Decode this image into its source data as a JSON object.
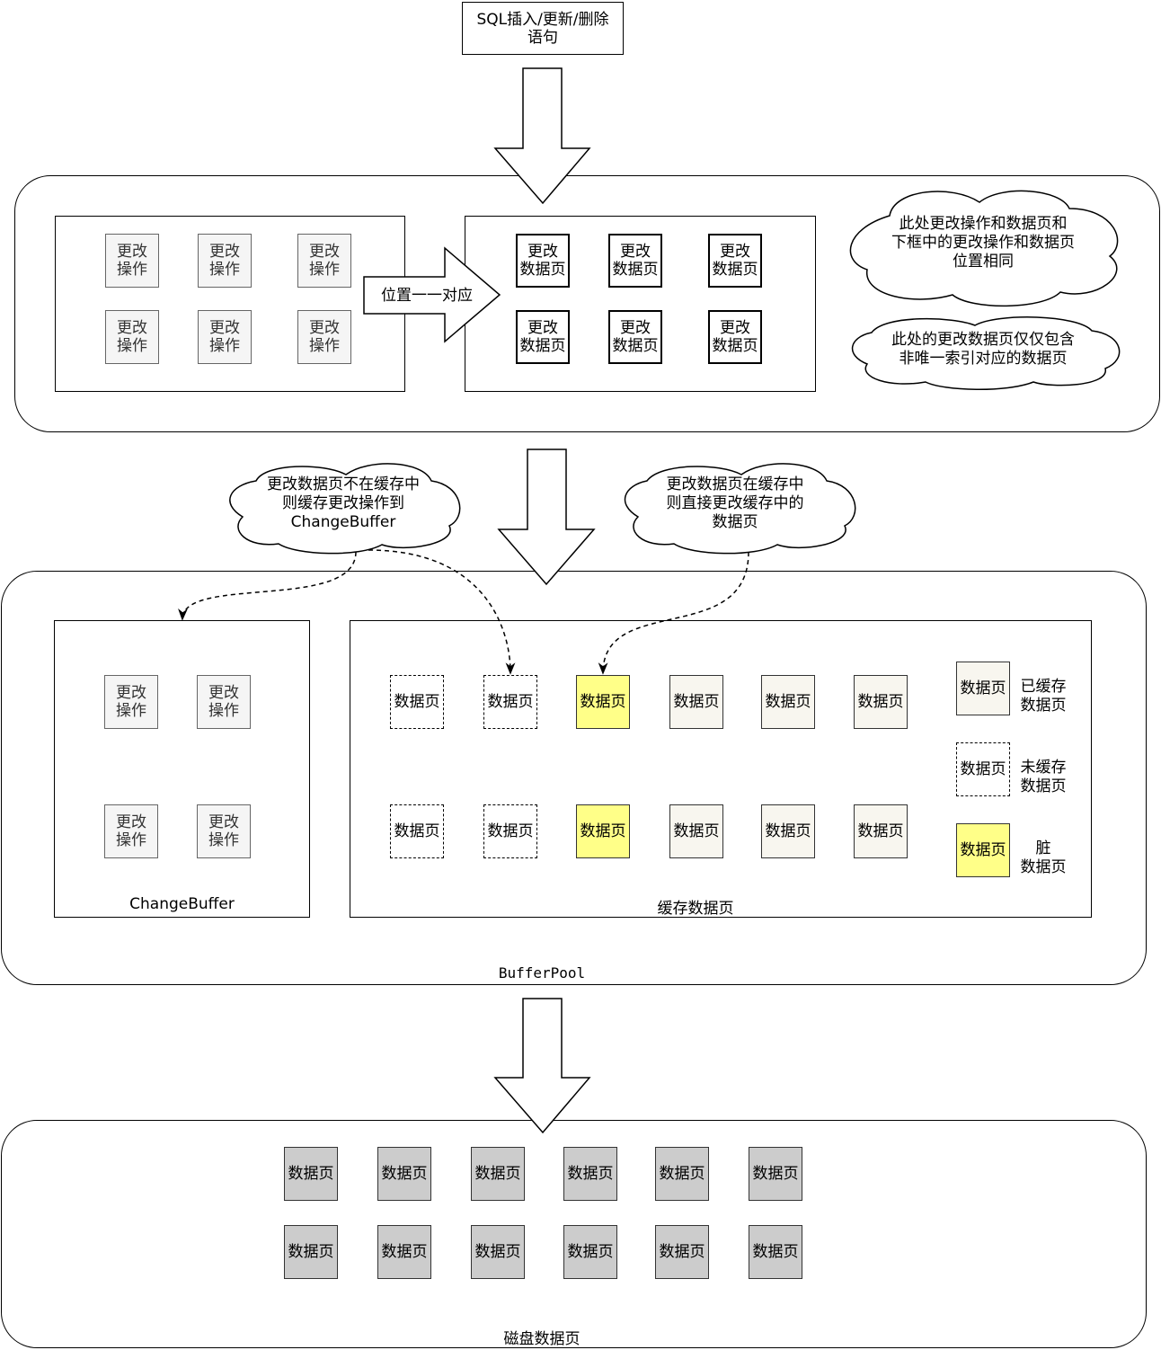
{
  "sql_box": "SQL插入/更新/删除\n语句",
  "top_section": {
    "change_op_label": "更改\n操作",
    "change_page_label": "更改\n数据页",
    "mapping_arrow": "位置一一对应",
    "note1": "此处更改操作和数据页和\n下框中的更改操作和数据页\n位置相同",
    "note2": "此处的更改数据页仅仅包含\n非唯一索引对应的数据页"
  },
  "middle_clouds": {
    "not_cached": "更改数据页不在缓存中\n则缓存更改操作到\nChangeBuffer",
    "cached": "更改数据页在缓存中\n则直接更改缓存中的\n数据页"
  },
  "buffer_pool": {
    "title": "BufferPool",
    "change_buffer_title": "ChangeBuffer",
    "change_op_label": "更改\n操作",
    "cache_title": "缓存数据页",
    "page_label": "数据页",
    "legend": {
      "cached": "已缓存\n数据页",
      "uncached": "未缓存\n数据页",
      "dirty": "脏\n数据页"
    }
  },
  "disk": {
    "title": "磁盘数据页",
    "page_label": "数据页"
  },
  "colors": {
    "dirty": "#ffff88",
    "cached": "#f8f6ef",
    "disk": "#cccccc",
    "op": "#f5f5f5"
  }
}
